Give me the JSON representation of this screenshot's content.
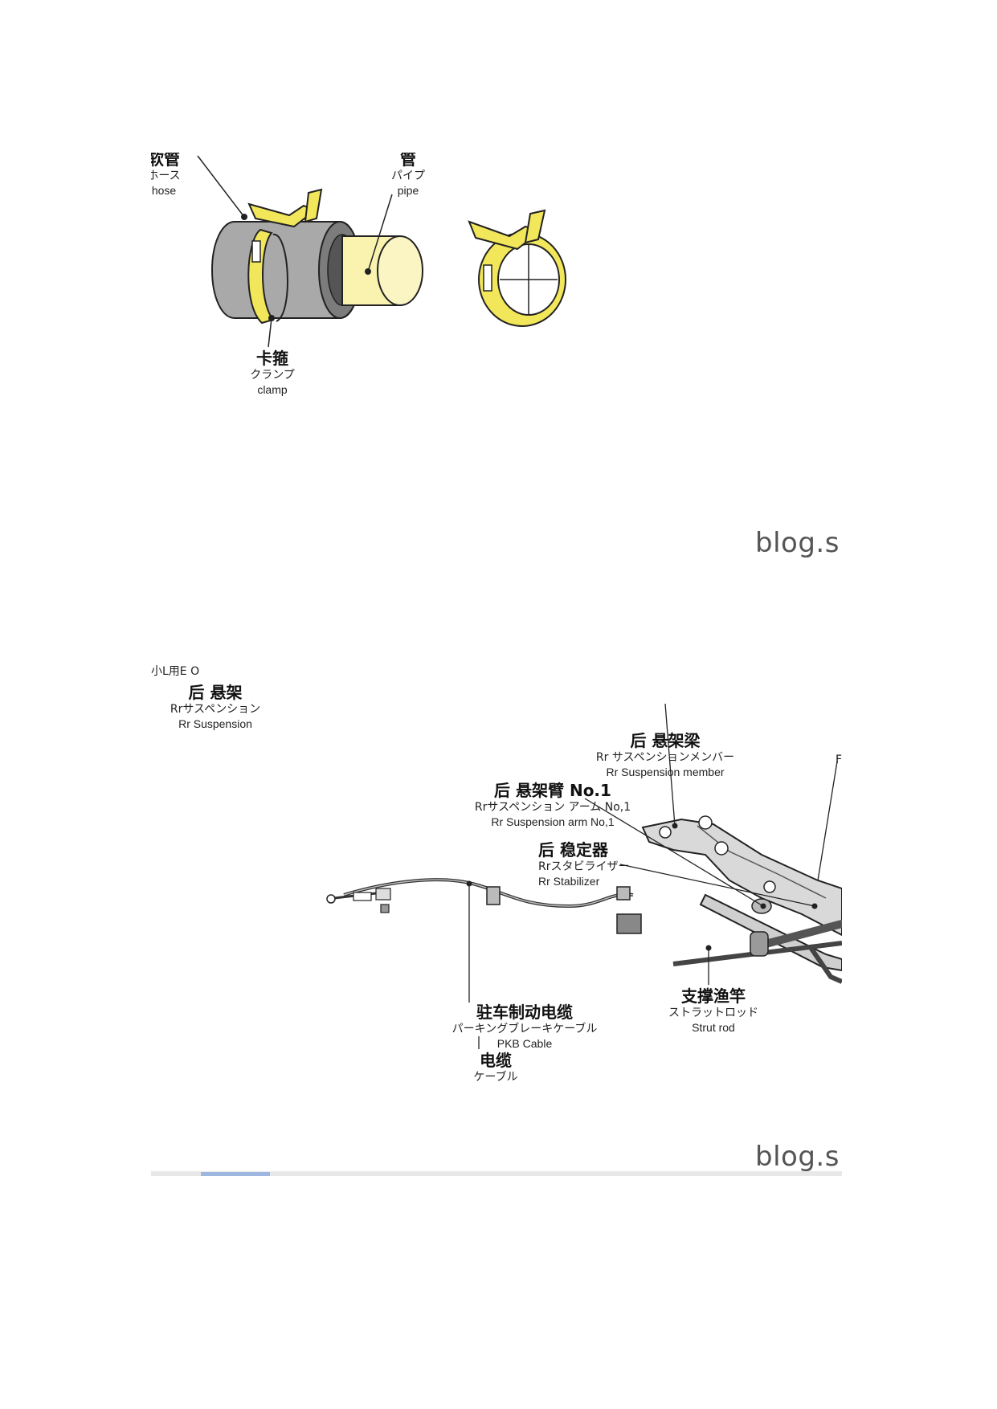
{
  "figure1": {
    "labels": {
      "hose": {
        "zh": "软管",
        "jp": "ホース",
        "en": "hose"
      },
      "pipe": {
        "zh": "管",
        "jp": "パイプ",
        "en": "pipe"
      },
      "clamp": {
        "zh": "卡箍",
        "jp": "クランプ",
        "en": "clamp"
      }
    },
    "watermark": "blog.sir"
  },
  "figure2": {
    "header_code": "小L用E O",
    "labels": {
      "rr_suspension": {
        "zh": "后 悬架",
        "jp": "Rrサスペンション",
        "en": "Rr Suspension"
      },
      "suspension_member": {
        "zh": "后 悬架梁",
        "jp": "Rr サスペンションメンバー",
        "en": "Rr Suspension member"
      },
      "suspension_arm": {
        "zh": "后 悬架臂 No.1",
        "jp": "Rrサスペンション アーム No,1",
        "en": "Rr Suspension arm No,1"
      },
      "stabilizer": {
        "zh": "后 稳定器",
        "jp": "Rrスタビライザー",
        "en": "Rr Stabilizer"
      },
      "pkb_cable": {
        "zh": "驻车制动电缆",
        "jp": "パーキングブレーキケーブル",
        "en": "PKB Cable"
      },
      "strut_rod": {
        "zh": "支撑渔竿",
        "jp": "ストラットロッド",
        "en": "Strut rod"
      },
      "cable": {
        "zh": "电缆",
        "jp": "ケーブル"
      },
      "cut_letter": "F"
    },
    "watermark": "blog.sir"
  },
  "colors": {
    "clamp_yellow": "#f2e65a",
    "hose_gray": "#a9a9a9",
    "pipe_cream": "#faf3b0",
    "line": "#222222"
  }
}
